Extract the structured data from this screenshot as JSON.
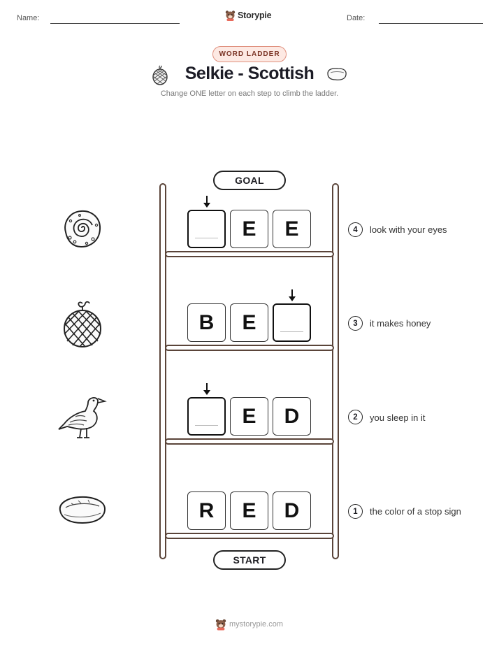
{
  "header": {
    "name_label": "Name:",
    "date_label": "Date:",
    "brand": "Storypie"
  },
  "badge": "WORD LADDER",
  "title": "Selkie - Scottish",
  "subtitle": "Change ONE letter on each step to climb the ladder.",
  "ladder": {
    "goal_label": "GOAL",
    "start_label": "START",
    "steps": [
      {
        "number": "4",
        "letters": [
          "",
          "E",
          "E"
        ],
        "clue": "look with your eyes",
        "picture": "shell-icon"
      },
      {
        "number": "3",
        "letters": [
          "B",
          "E",
          ""
        ],
        "clue": "it makes honey",
        "picture": "net-float-icon"
      },
      {
        "number": "2",
        "letters": [
          "",
          "E",
          "D"
        ],
        "clue": "you sleep in it",
        "picture": "seagull-icon"
      },
      {
        "number": "1",
        "letters": [
          "R",
          "E",
          "D"
        ],
        "clue": "the color of a stop sign",
        "picture": "rock-icon"
      }
    ]
  },
  "footer": "mystorypie.com"
}
